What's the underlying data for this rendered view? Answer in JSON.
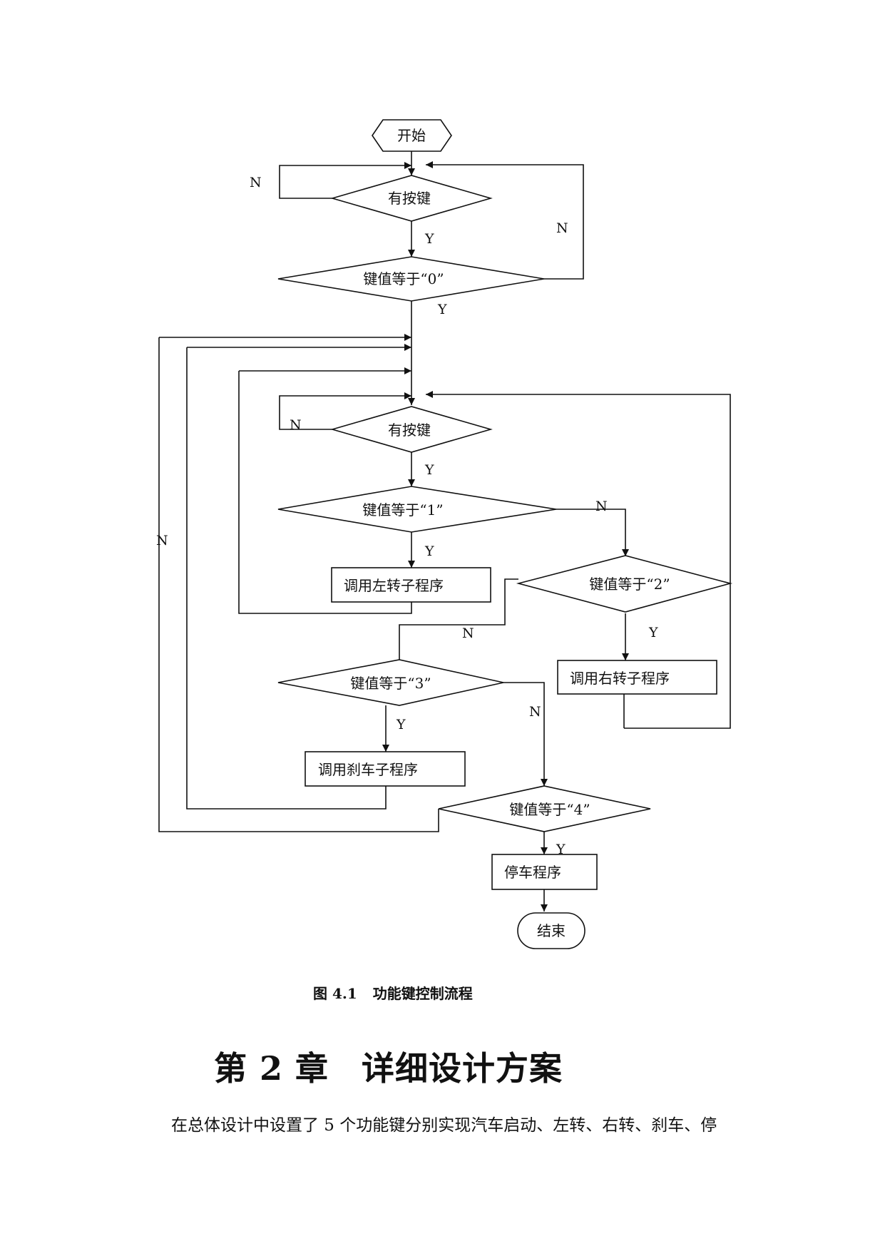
{
  "flowchart": {
    "start": "开始",
    "decision_has_key_1": "有按键",
    "decision_key_0": "键值等于“0”",
    "decision_has_key_2": "有按键",
    "decision_key_1": "键值等于“1”",
    "decision_key_2": "键值等于“2”",
    "decision_key_3": "键值等于“3”",
    "decision_key_4": "键值等于“4”",
    "proc_left_turn": "调用左转子程序",
    "proc_right_turn": "调用右转子程序",
    "proc_brake": "调用刹车子程序",
    "proc_stop": "停车程序",
    "end": "结束",
    "yes_label": "Y",
    "no_label": "N"
  },
  "caption": {
    "number": "图 4.1",
    "text": "功能键控制流程"
  },
  "chapter": {
    "number": "第 2 章",
    "title": "详细设计方案"
  },
  "paragraph": "在总体设计中设置了 5 个功能键分别实现汽车启动、左转、右转、刹车、停"
}
